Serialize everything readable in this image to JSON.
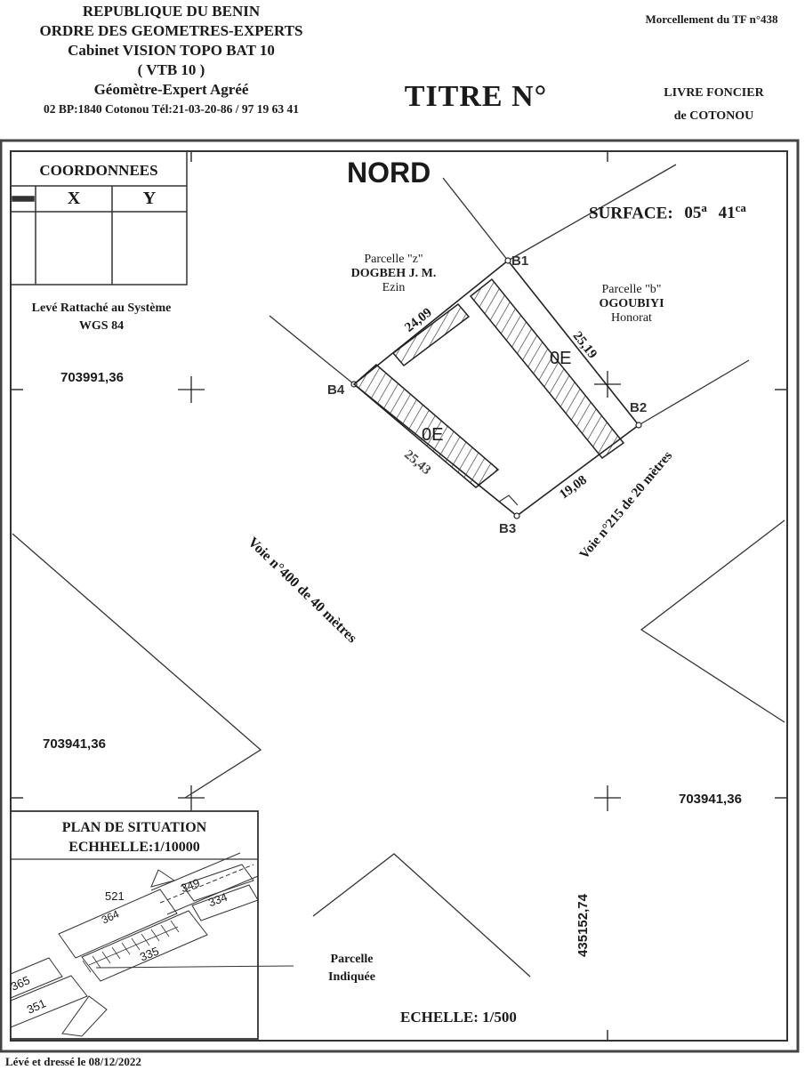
{
  "header": {
    "lines": [
      "REPUBLIQUE DU BENIN",
      "ORDRE DES GEOMETRES-EXPERTS",
      "Cabinet VISION TOPO  BAT 10",
      "( VTB 10 )",
      "Géomètre-Expert Agréé",
      "02 BP:1840 Cotonou  Tél:21-03-20-86 / 97 19 63 41"
    ],
    "morcellement": "Morcellement du TF n°438",
    "title": "TITRE N°",
    "livre_foncier_line1": "LIVRE FONCIER",
    "livre_foncier_line2": "de COTONOU"
  },
  "coords_table": {
    "title": "COORDONNEES",
    "col_x": "X",
    "col_y": "Y"
  },
  "system": {
    "line1": "Levé Rattaché au Système",
    "line2": "WGS 84"
  },
  "north": "NORD",
  "surface": {
    "label": "SURFACE:",
    "are_value": "05",
    "are_unit": "a",
    "ca_value": "41",
    "ca_unit": "ca"
  },
  "parcels": {
    "z": {
      "name": "Parcelle \"z\"",
      "owner": "DOGBEH  J. M.",
      "first_name": "Ezin"
    },
    "b": {
      "name": "Parcelle \"b\"",
      "owner": "OGOUBIYI",
      "first_name": "Honorat"
    }
  },
  "boundary_points": [
    "B1",
    "B2",
    "B3",
    "B4"
  ],
  "dimensions": {
    "top": "24,09",
    "right": "25,19",
    "bottom": "19,08",
    "left": "25,43"
  },
  "setback_label": "0E",
  "roads": {
    "road_400": "Voie n°400  de  40 mètres",
    "road_215": "Voie n°215  de  20 mètres"
  },
  "grid_coords": {
    "y_top_left": "703991,36",
    "y_mid_left": "703941,36",
    "y_mid_right": "703941,36",
    "x_bottom": "435152,74"
  },
  "situation": {
    "title": "PLAN DE SITUATION",
    "scale": "ECHHELLE:1/10000",
    "lots": [
      "521",
      "364",
      "349",
      "334",
      "335",
      "365",
      "351"
    ],
    "indicated_line1": "Parcelle",
    "indicated_line2": "Indiquée"
  },
  "scale": "ECHELLE: 1/500",
  "footer": "Lévé et dressé le 08/12/2022"
}
